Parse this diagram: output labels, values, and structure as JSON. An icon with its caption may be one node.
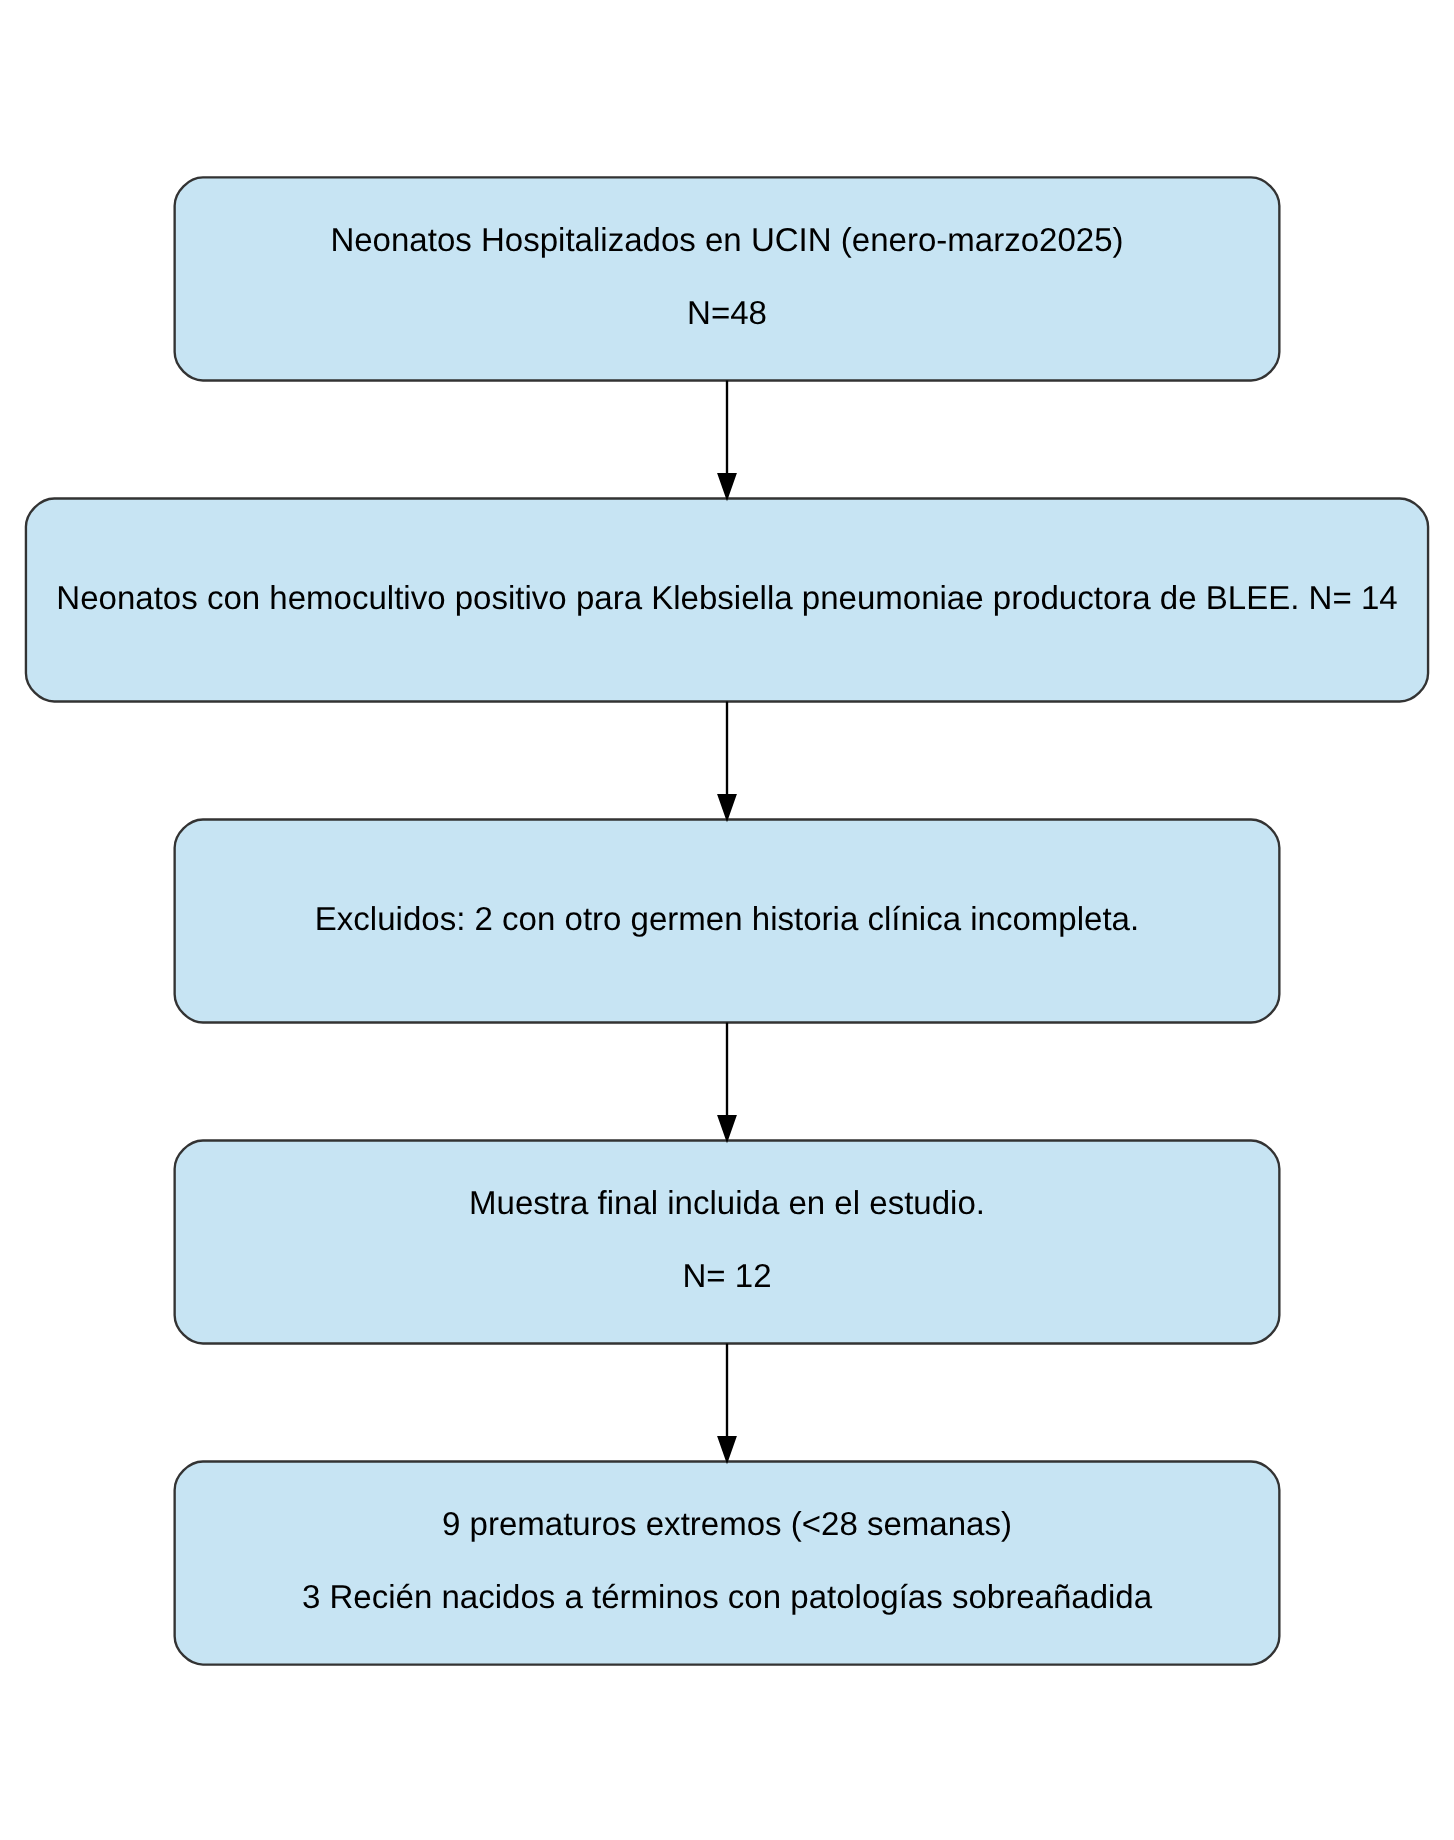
{
  "diagram": {
    "nodes": [
      {
        "text": [
          "Neonatos Hospitalizados en UCIN (enero-marzo2025)",
          "N=48"
        ]
      },
      {
        "text": [
          "Neonatos con hemocultivo positivo para Klebsiella pneumoniae productora de BLEE. N= 14"
        ]
      },
      {
        "text": [
          "Excluidos: 2 con otro germen historia clínica incompleta."
        ]
      },
      {
        "text": [
          "Muestra final incluida en el estudio.",
          "N= 12"
        ]
      },
      {
        "text": [
          "9 prematuros extremos (<28 semanas)",
          "3 Recién nacidos a términos con patologías sobreañadida"
        ]
      }
    ],
    "edges": [
      {
        "from": 0,
        "to": 1,
        "arrow": "to"
      },
      {
        "from": 1,
        "to": 2,
        "arrow": "to"
      },
      {
        "from": 2,
        "to": 3,
        "arrow": "to"
      },
      {
        "from": 3,
        "to": 4,
        "arrow": "to"
      }
    ]
  }
}
